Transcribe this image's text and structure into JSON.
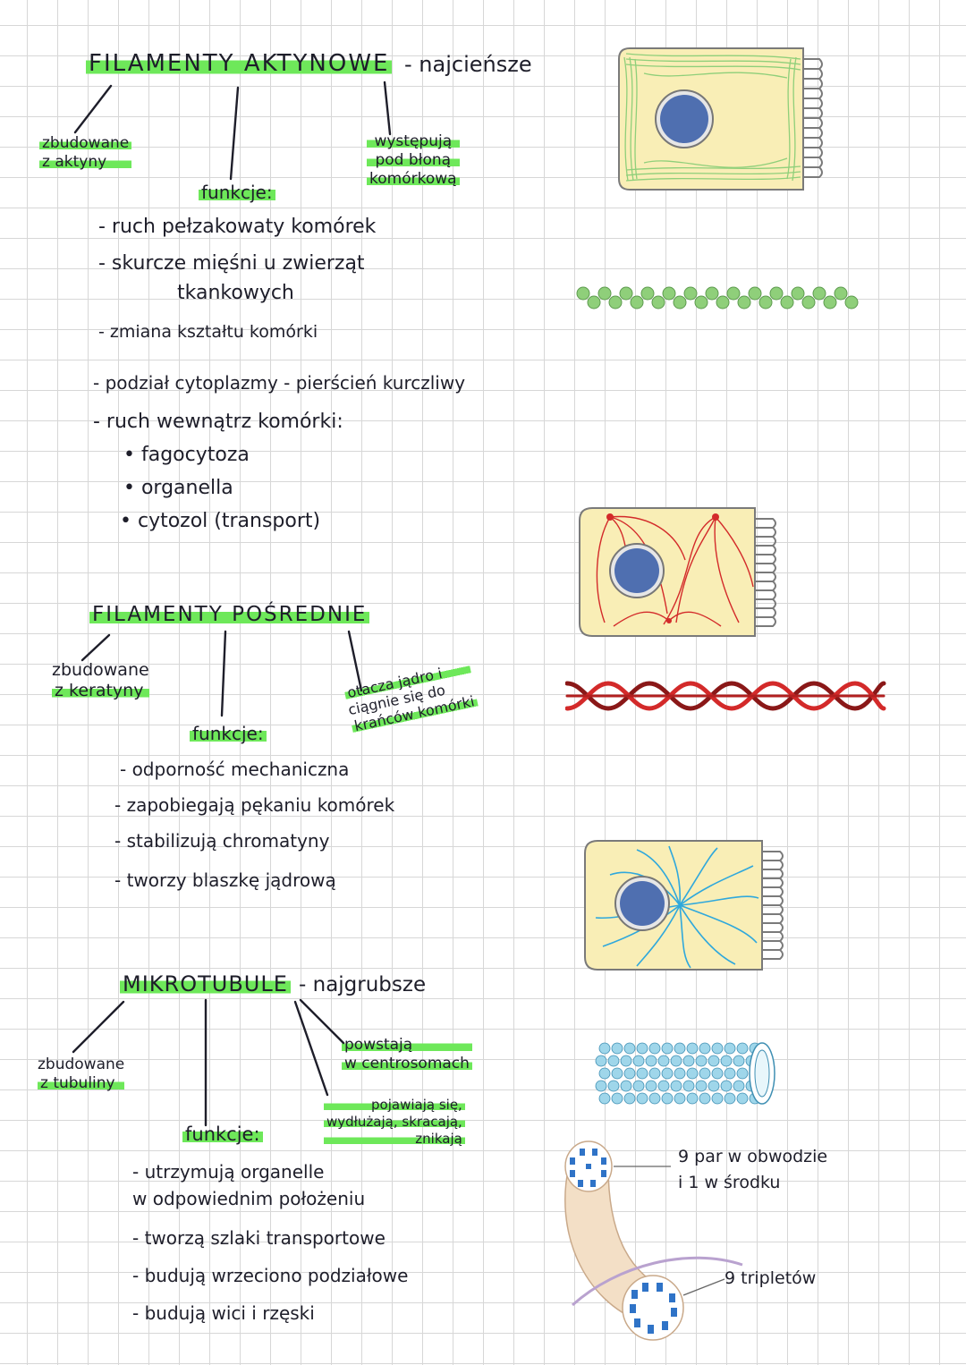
{
  "actin": {
    "title": "FILAMENTY AKTYNOWE",
    "subtitle": "- najcieńsze",
    "built_line1": "zbudowane",
    "built_line2": "z aktyny",
    "location_line1": "występują",
    "location_line2": "pod błoną",
    "location_line3": "komórkową",
    "functions_label": "funkcje:",
    "functions": [
      "- ruch pełzakowaty komórek",
      "- skurcze mięśni u zwierząt",
      "tkankowych",
      "- zmiana kształtu komórki",
      "- podział cytoplazmy - pierścień kurczliwy",
      "- ruch wewnątrz komórki:",
      "• fagocytoza",
      "• organella",
      "• cytozol (transport)"
    ]
  },
  "intermediate": {
    "title": "FILAMENTY POŚREDNIE",
    "built_line1": "zbudowane",
    "built_line2": "z keratyny",
    "location_line1": "otacza jądro i",
    "location_line2": "ciągnie się do",
    "location_line3": "krańców komórki",
    "functions_label": "funkcje:",
    "functions": [
      "- odporność mechaniczna",
      "- zapobiegają pękaniu komórek",
      "- stabilizują chromatyny",
      "- tworzy blaszkę jądrową"
    ]
  },
  "microtubules": {
    "title": "MIKROTUBULE",
    "subtitle": "- najgrubsze",
    "built_line1": "zbudowane",
    "built_line2": "z tubuliny",
    "origin_line1": "powstają",
    "origin_line2": "w centrosomach",
    "dynamics_line1": "pojawiają się,",
    "dynamics_line2": "wydłużają, skracają,",
    "dynamics_line3": "znikają",
    "functions_label": "funkcje:",
    "functions": [
      "- utrzymują organelle",
      "w odpowiednim położeniu",
      "- tworzą szlaki transportowe",
      "- budują wrzeciono podziałowe",
      "- budują wici i rzęski"
    ],
    "cilium_label1_line1": "9 par w obwodzie",
    "cilium_label1_line2": "i 1 w środku",
    "cilium_label2": "9 tripletów"
  },
  "colors": {
    "highlight": "#6ee85a",
    "actin": "#8fcf7a",
    "intermediate": "#d32a2a",
    "microtubule": "#2fa8dc",
    "cell_fill": "#f9eeb6",
    "nucleus": "#4f6fb0"
  }
}
